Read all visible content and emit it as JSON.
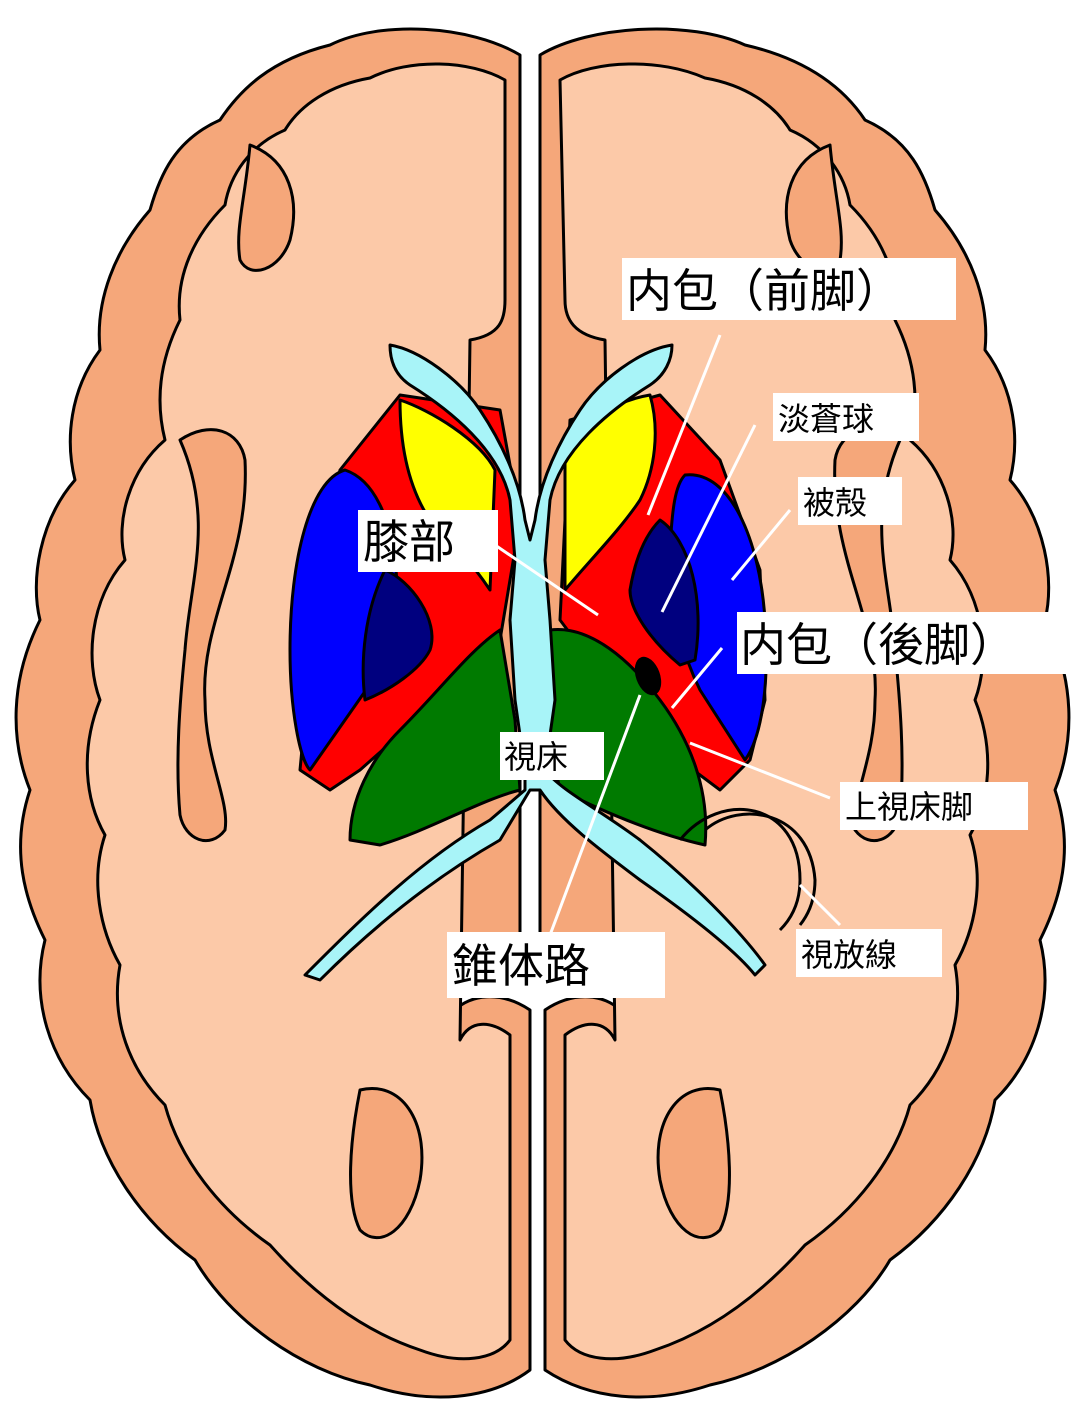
{
  "colors": {
    "cortex": "#f5a77a",
    "white_matter": "#fcc9a8",
    "internal_capsule": "#ff0000",
    "caudate": "#ffff00",
    "putamen": "#0000ff",
    "globus_pallidus": "#00007f",
    "thalamus": "#007a00",
    "ventricle": "#a8f4f8",
    "pyramidal_tract": "#000000",
    "outline": "#000000",
    "leader_line": "#ffffff"
  },
  "labels": {
    "anterior_limb": "内包（前脚）",
    "globus_pallidus": "淡蒼球",
    "putamen": "被殻",
    "genu": "膝部",
    "posterior_limb": "内包（後脚）",
    "thalamus": "視床",
    "superior_thalamic_peduncle": "上視床脚",
    "optic_radiation": "視放線",
    "pyramidal_tract": "錐体路"
  }
}
